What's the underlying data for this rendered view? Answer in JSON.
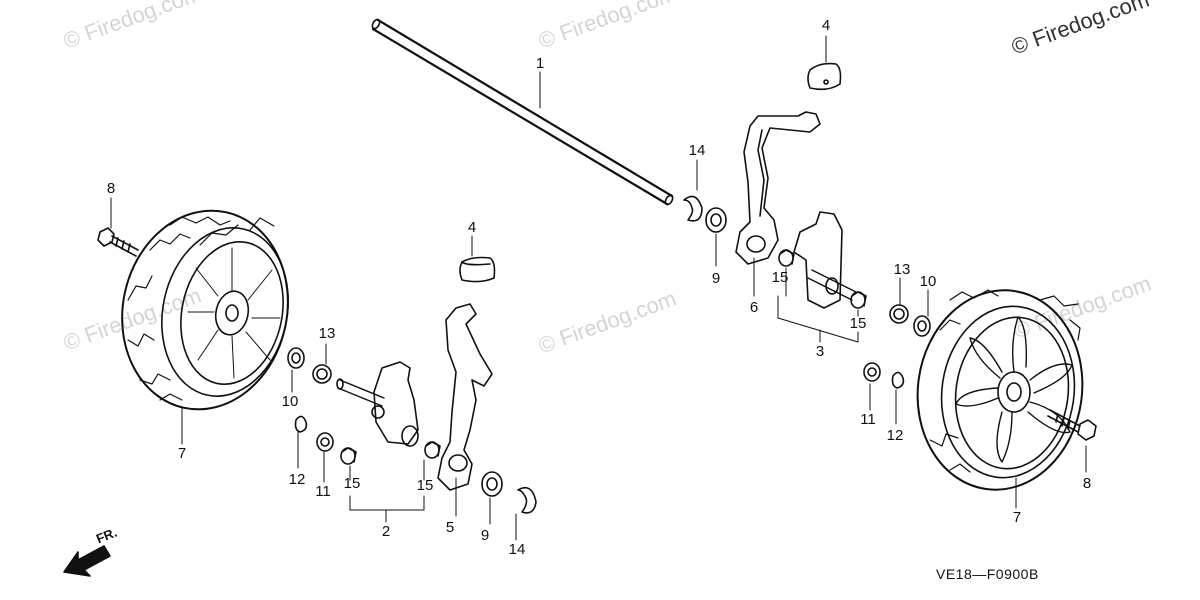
{
  "diagram": {
    "drawing_code": "VE18—F0900B",
    "front_label": "FR.",
    "watermarks": {
      "corner": "© Firedog.com",
      "faint": "© Firedog.com"
    },
    "callouts": {
      "c1": "1",
      "c4a": "4",
      "c4b": "4",
      "c14a": "14",
      "c14b": "14",
      "c8a": "8",
      "c8b": "8",
      "c9a": "9",
      "c9b": "9",
      "c6": "6",
      "c5": "5",
      "c15a": "15",
      "c15b": "15",
      "c15c": "15",
      "c15d": "15",
      "c13a": "13",
      "c13b": "13",
      "c10a": "10",
      "c10b": "10",
      "c3": "3",
      "c2": "2",
      "c11a": "11",
      "c11b": "11",
      "c12a": "12",
      "c12b": "12",
      "c7a": "7",
      "c7b": "7"
    }
  }
}
